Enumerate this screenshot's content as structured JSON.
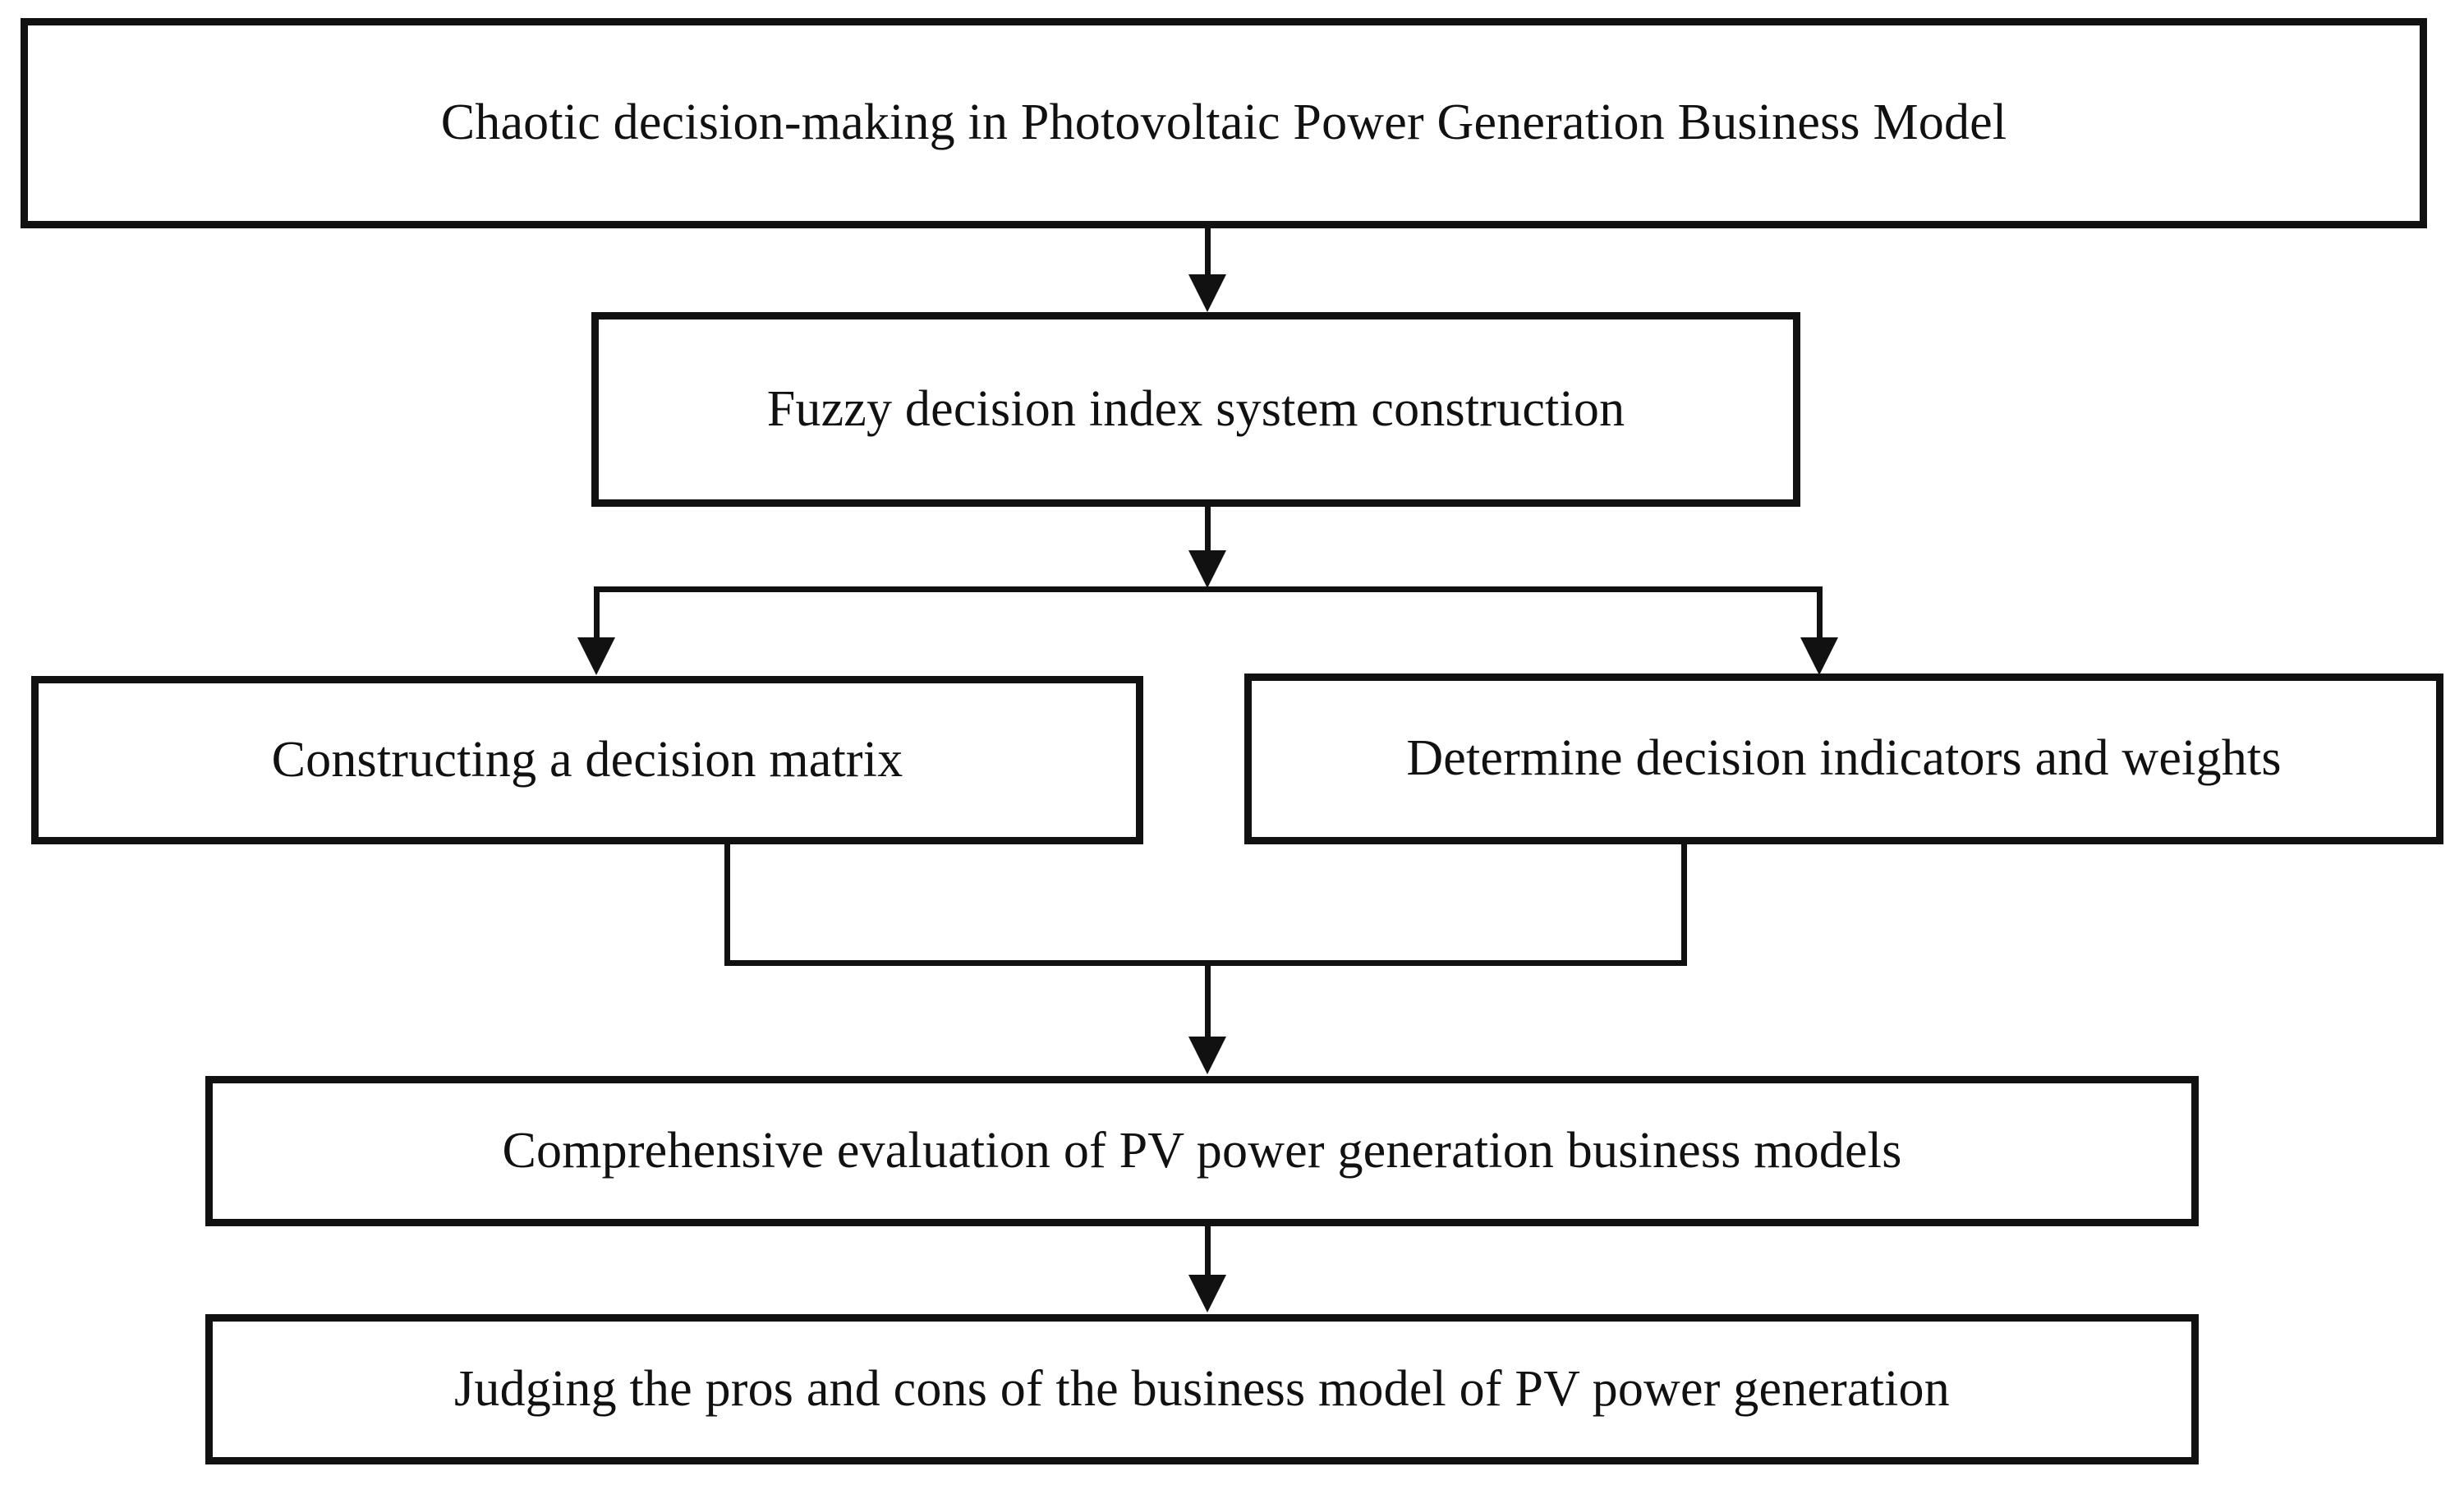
{
  "diagram": {
    "title": "Chaotic decision-making in Photovoltaic Power Generation Business Model flowchart",
    "type": "flowchart",
    "orientation": "top-to-bottom",
    "colors": {
      "stroke": "#111111",
      "fill": "#ffffff",
      "text": "#111111"
    },
    "nodes": [
      {
        "id": "title",
        "label": "Chaotic decision-making in Photovoltaic Power Generation Business Model",
        "shape": "rectangle",
        "level": 1
      },
      {
        "id": "fuzzy",
        "label": "Fuzzy decision index system construction",
        "shape": "rectangle",
        "level": 2
      },
      {
        "id": "matrix",
        "label": "Constructing a decision matrix",
        "shape": "rectangle",
        "level": 3
      },
      {
        "id": "weights",
        "label": "Determine decision indicators and weights",
        "shape": "rectangle",
        "level": 3
      },
      {
        "id": "evaluation",
        "label": "Comprehensive evaluation of PV power generation business models",
        "shape": "rectangle",
        "level": 4
      },
      {
        "id": "judging",
        "label": "Judging the pros and cons of the business model of PV power generation",
        "shape": "rectangle",
        "level": 5
      }
    ],
    "edges": [
      {
        "from": "title",
        "to": "fuzzy",
        "style": "arrow-down"
      },
      {
        "from": "fuzzy",
        "to": "matrix",
        "style": "split-arrow-down-left"
      },
      {
        "from": "fuzzy",
        "to": "weights",
        "style": "split-arrow-down-right"
      },
      {
        "from": "matrix",
        "to": "evaluation",
        "style": "merge-arrow-down"
      },
      {
        "from": "weights",
        "to": "evaluation",
        "style": "merge-arrow-down"
      },
      {
        "from": "evaluation",
        "to": "judging",
        "style": "arrow-down"
      }
    ]
  }
}
